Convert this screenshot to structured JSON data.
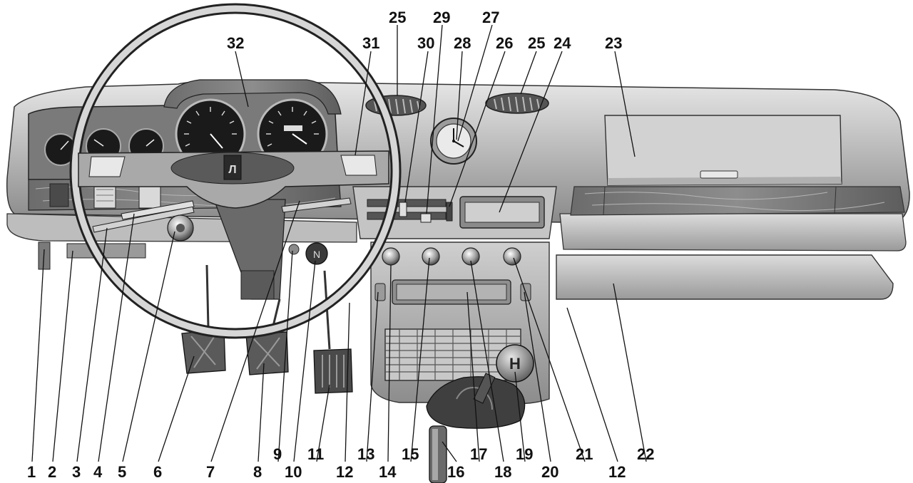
{
  "callouts": {
    "top": [
      {
        "n": "32"
      },
      {
        "n": "31"
      },
      {
        "n": "25"
      },
      {
        "n": "30"
      },
      {
        "n": "29"
      },
      {
        "n": "28"
      },
      {
        "n": "27"
      },
      {
        "n": "26"
      },
      {
        "n": "25"
      },
      {
        "n": "24"
      },
      {
        "n": "23"
      }
    ],
    "bottom": [
      {
        "n": "1"
      },
      {
        "n": "2"
      },
      {
        "n": "3"
      },
      {
        "n": "4"
      },
      {
        "n": "5"
      },
      {
        "n": "6"
      },
      {
        "n": "7"
      },
      {
        "n": "8"
      },
      {
        "n": "9"
      },
      {
        "n": "10"
      },
      {
        "n": "11"
      },
      {
        "n": "12"
      },
      {
        "n": "13"
      },
      {
        "n": "14"
      },
      {
        "n": "15"
      },
      {
        "n": "16"
      },
      {
        "n": "17"
      },
      {
        "n": "18"
      },
      {
        "n": "19"
      },
      {
        "n": "20"
      },
      {
        "n": "21"
      },
      {
        "n": "12"
      },
      {
        "n": "22"
      }
    ]
  },
  "colors": {
    "background": "#ffffff",
    "line": "#111111",
    "panel_light": "#d9d9d9",
    "panel_mid": "#a8a8a8",
    "panel_dark": "#4a4a4a",
    "gauge_face": "#1a1a1a"
  }
}
